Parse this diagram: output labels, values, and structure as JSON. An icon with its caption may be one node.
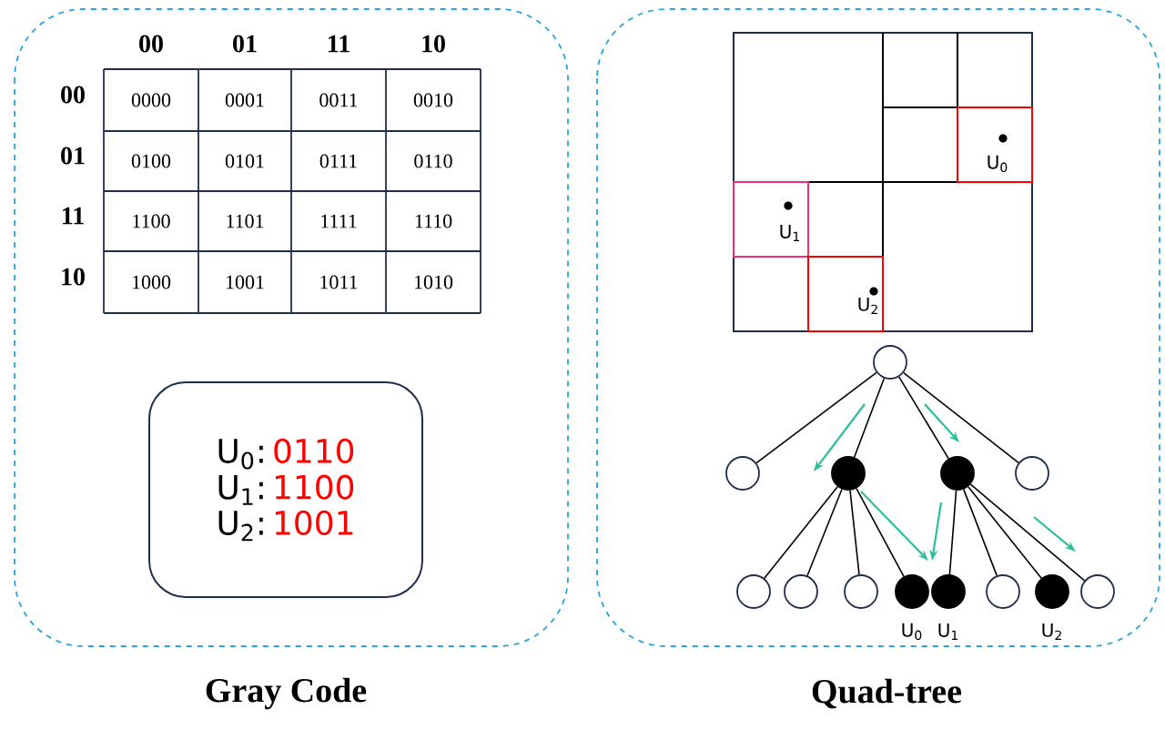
{
  "diagram": {
    "nodes": [
      {
        "text": [
          "Gray Code"
        ]
      },
      {
        "text": [
          "U$_{0}$:",
          "0110",
          "U$_{1}$:",
          "1100",
          "U$_{2}$:",
          "1001"
        ],
        "in": 0
      },
      {
        "text": [
          "Quad-tree"
        ]
      },
      {
        "text": [],
        "shape": "circle",
        "in": 2
      },
      {
        "text": [],
        "shape": "circle",
        "in": 2
      },
      {
        "text": [],
        "shape": "disk",
        "in": 2
      },
      {
        "text": [],
        "shape": "disk",
        "in": 2
      },
      {
        "text": [],
        "shape": "circle",
        "in": 2
      },
      {
        "text": [],
        "shape": "circle",
        "in": 2
      },
      {
        "text": [],
        "shape": "circle",
        "in": 2
      },
      {
        "text": [],
        "shape": "circle",
        "in": 2
      },
      {
        "text": [],
        "shape": "disk",
        "in": 2,
        "beside": [
          "U$_{0}$"
        ]
      },
      {
        "text": [],
        "shape": "disk",
        "in": 2,
        "beside": [
          "U$_{1}$"
        ]
      },
      {
        "text": [],
        "shape": "circle",
        "in": 2
      },
      {
        "text": [],
        "shape": "disk",
        "in": 2,
        "beside": [
          "U$_{2}$"
        ]
      },
      {
        "text": [],
        "shape": "circle",
        "in": 2
      }
    ],
    "edges": [
      {
        "from": 3,
        "to": 4,
        "arrow": "none"
      },
      {
        "from": 3,
        "to": 5,
        "arrow": "none"
      },
      {
        "from": 3,
        "to": 6,
        "arrow": "none"
      },
      {
        "from": 3,
        "to": 7,
        "arrow": "none"
      },
      {
        "from": 5,
        "to": 8,
        "arrow": "none"
      },
      {
        "from": 5,
        "to": 9,
        "arrow": "none"
      },
      {
        "from": 5,
        "to": 10,
        "arrow": "none"
      },
      {
        "from": 5,
        "to": 11,
        "arrow": "none"
      },
      {
        "from": 6,
        "to": 12,
        "arrow": "none"
      },
      {
        "from": 6,
        "to": 13,
        "arrow": "none"
      },
      {
        "from": 6,
        "to": 14,
        "arrow": "none"
      },
      {
        "from": 6,
        "to": 15,
        "arrow": "none"
      }
    ],
    "labels": [
      "00",
      "01",
      "11",
      "10",
      "00",
      "0000",
      "0001",
      "0011",
      "0010",
      "01",
      "0100",
      "0101",
      "0111",
      "0110",
      "11",
      "1100",
      "1101",
      "1111",
      "1110",
      "10",
      "1000",
      "1001",
      "1011",
      "1010",
      "U$_{0}$",
      "U$_{1}$",
      "U$_{2}$"
    ]
  }
}
